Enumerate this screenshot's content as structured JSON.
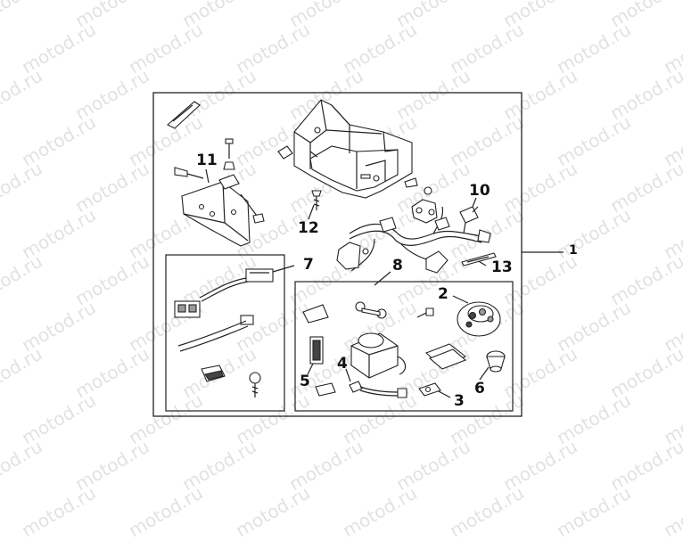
{
  "watermark": {
    "text": "motod.ru"
  },
  "callouts": {
    "c1": "1",
    "c2": "2",
    "c3": "3",
    "c4": "4",
    "c5": "5",
    "c6": "6",
    "c7": "7",
    "c8": "8",
    "c10": "10",
    "c11": "11",
    "c12": "12",
    "c13": "13"
  }
}
